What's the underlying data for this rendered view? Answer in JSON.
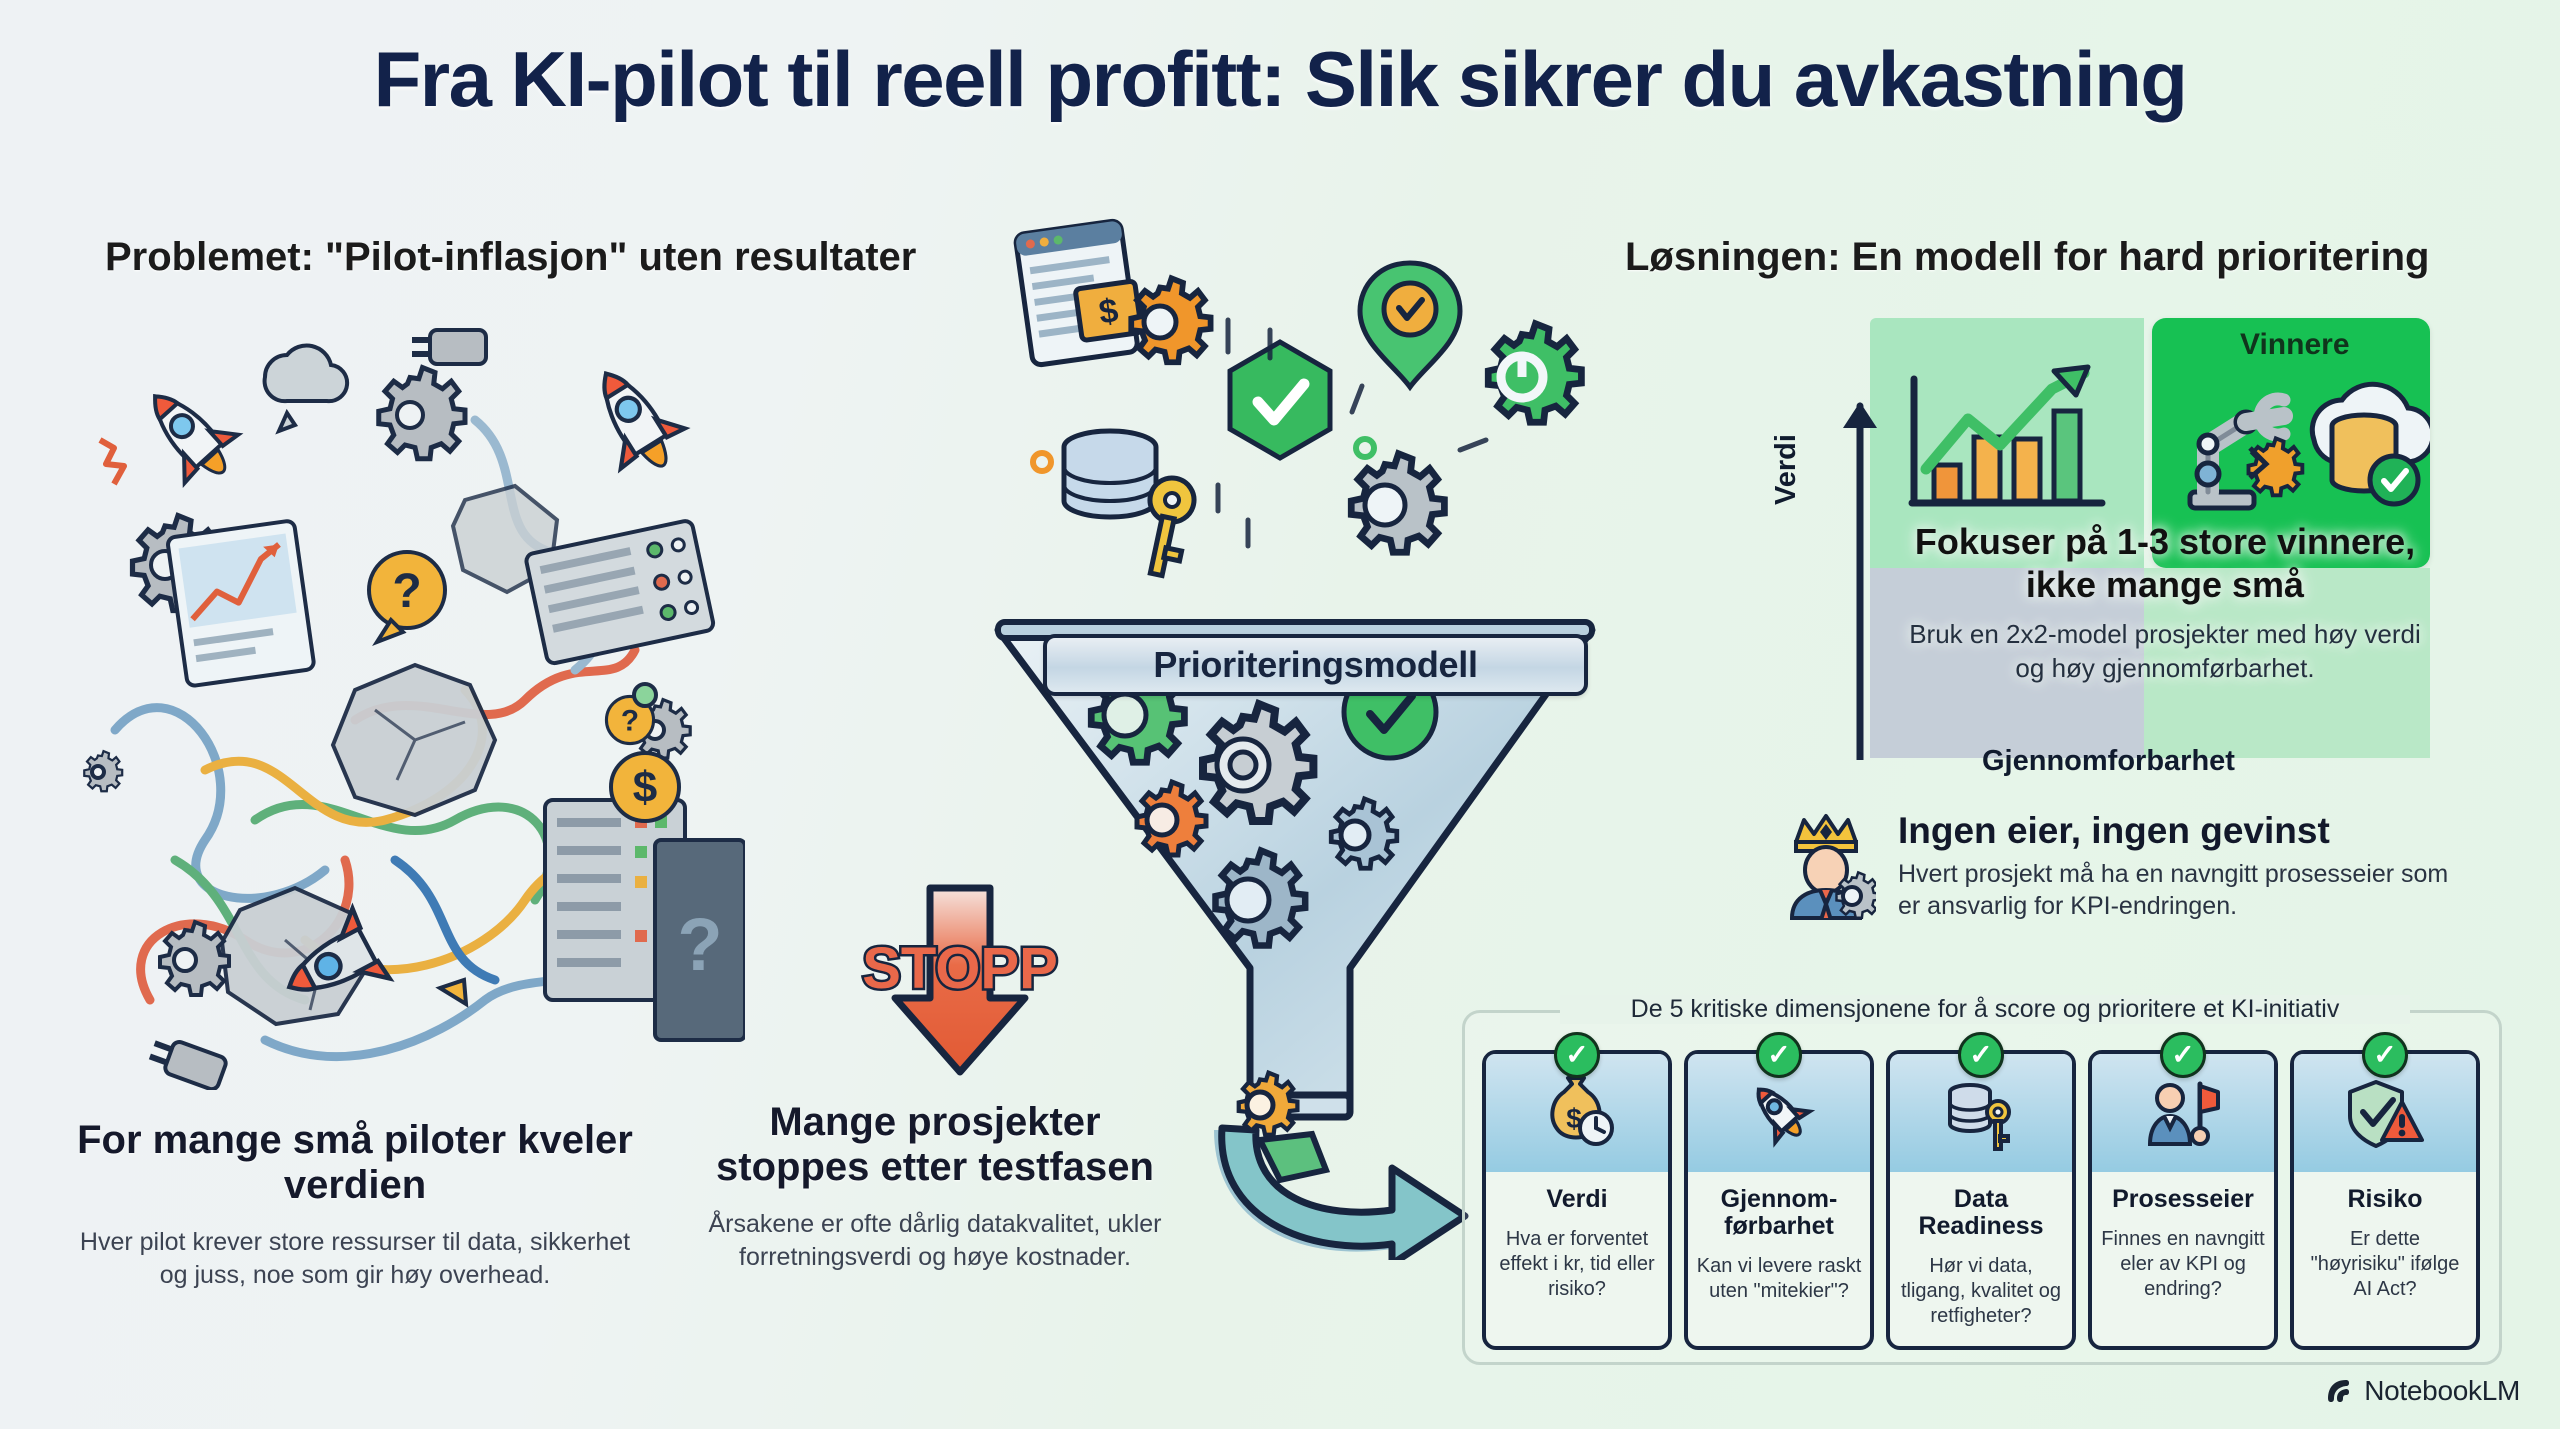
{
  "title": "Fra KI-pilot til reell profitt: Slik sikrer du avkastning",
  "sections": {
    "problem_header": "Problemet: \"Pilot-inflasjon\" uten resultater",
    "solution_header": "Løsningen: En modell for hard prioritering"
  },
  "left": {
    "caption_title": "For mange små piloter kveler verdien",
    "caption_body": "Hver pilot krever store ressurser til data, sikkerhet og juss, noe som gir høy overhead."
  },
  "middle": {
    "funnel_label": "Prioriteringsmodell",
    "stop_label": "STOPP",
    "caption_title": "Mange prosjekter stoppes etter testfasen",
    "caption_body": "Årsakene er ofte dårlig datakvalitet, ukler forretningsverdi og høye kostnader."
  },
  "matrix": {
    "y_axis": "Verdi",
    "x_axis": "Gjennomforbarhet",
    "winners_badge": "Vinnere",
    "callout_title": "Fokuser på 1-3 store vinnere, ikke mange små",
    "callout_body": "Bruk en 2x2-model prosjekter med høy verdi og høy gjennomførbarhet.",
    "quadrant_colors": {
      "top_left": "#a9e6bf",
      "top_right": "#17c153",
      "bottom_left": "#c5ced8",
      "bottom_right": "#b9e8c7"
    }
  },
  "owner": {
    "title": "Ingen eier, ingen gevinst",
    "body": "Hvert prosjekt må ha en navngitt prosesseier som er ansvarlig for KPI-endringen."
  },
  "dimensions": {
    "panel_title": "De 5 kritiske dimensjonene for å score og prioritere et KI-initiativ",
    "check_glyph": "✓",
    "cards": [
      {
        "icon": "money-bag-clock-icon",
        "title": "Verdi",
        "desc": "Hva er forventet effekt i kr, tid eller risiko?"
      },
      {
        "icon": "rocket-icon",
        "title": "Gjennom-førbarhet",
        "desc": "Kan vi levere raskt uten \"mitekier\"?"
      },
      {
        "icon": "database-key-icon",
        "title": "Data Readiness",
        "desc": "Hør vi data, tligang, kvalitet og retfigheter?"
      },
      {
        "icon": "person-flag-icon",
        "title": "Prosesseier",
        "desc": "Finnes en navngitt eler av KPI og endring?"
      },
      {
        "icon": "shield-warning-icon",
        "title": "Risiko",
        "desc": "Er dette \"høyrisiku\" ifølge AI Act?"
      }
    ]
  },
  "watermark": {
    "label": "NotebookLM",
    "icon": "notebooklm-logo-icon"
  }
}
